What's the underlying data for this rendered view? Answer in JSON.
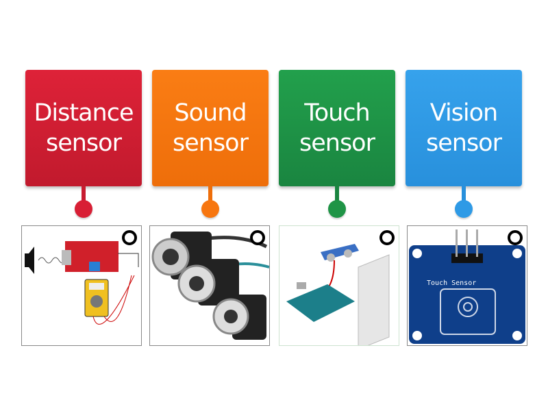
{
  "cards": [
    {
      "label_line1": "Distance",
      "label_line2": "sensor",
      "color": "#d81f35"
    },
    {
      "label_line1": "Sound",
      "label_line2": "sensor",
      "color": "#f7760f"
    },
    {
      "label_line1": "Touch",
      "label_line2": "sensor",
      "color": "#1f9446"
    },
    {
      "label_line1": "Vision",
      "label_line2": "sensor",
      "color": "#2e9ae6"
    }
  ],
  "images": [
    {
      "subject": "sound-sensor-module-multimeter"
    },
    {
      "subject": "vision-cameras"
    },
    {
      "subject": "ultrasonic-arduino"
    },
    {
      "subject": "touch-sensor-board",
      "board_text": "Touch Sensor"
    }
  ]
}
